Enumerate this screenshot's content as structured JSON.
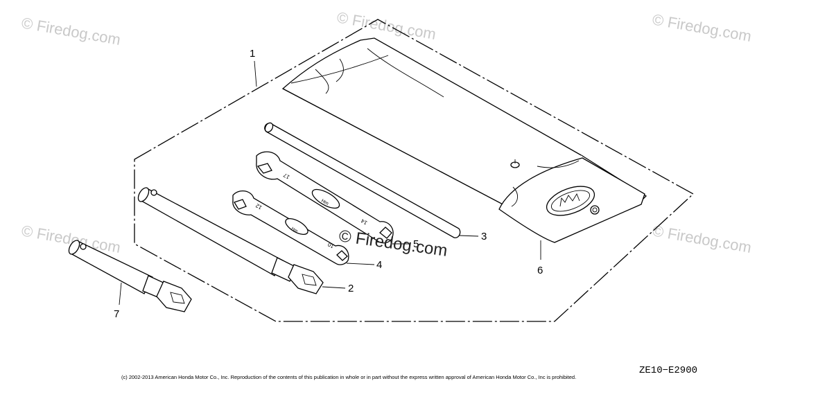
{
  "watermarks": {
    "corner_text": "© Firedog.com",
    "center_text": "© Firedog.com"
  },
  "callouts": {
    "c1": "1",
    "c2": "2",
    "c3": "3",
    "c4": "4",
    "c5": "5",
    "c6": "6",
    "c7": "7"
  },
  "diagram_code": "ZE10−E2900",
  "copyright": "(c) 2002-2013 American Honda Motor Co., Inc. Reproduction of the contents of this publication in whole or in part without the express written approval of American Honda Motor Co., Inc is prohibited.",
  "wrench_markings": {
    "wrench_upper_end_a": "17",
    "wrench_upper_end_b": "14",
    "wrench_lower_end_a": "12",
    "wrench_lower_end_b": "10"
  }
}
